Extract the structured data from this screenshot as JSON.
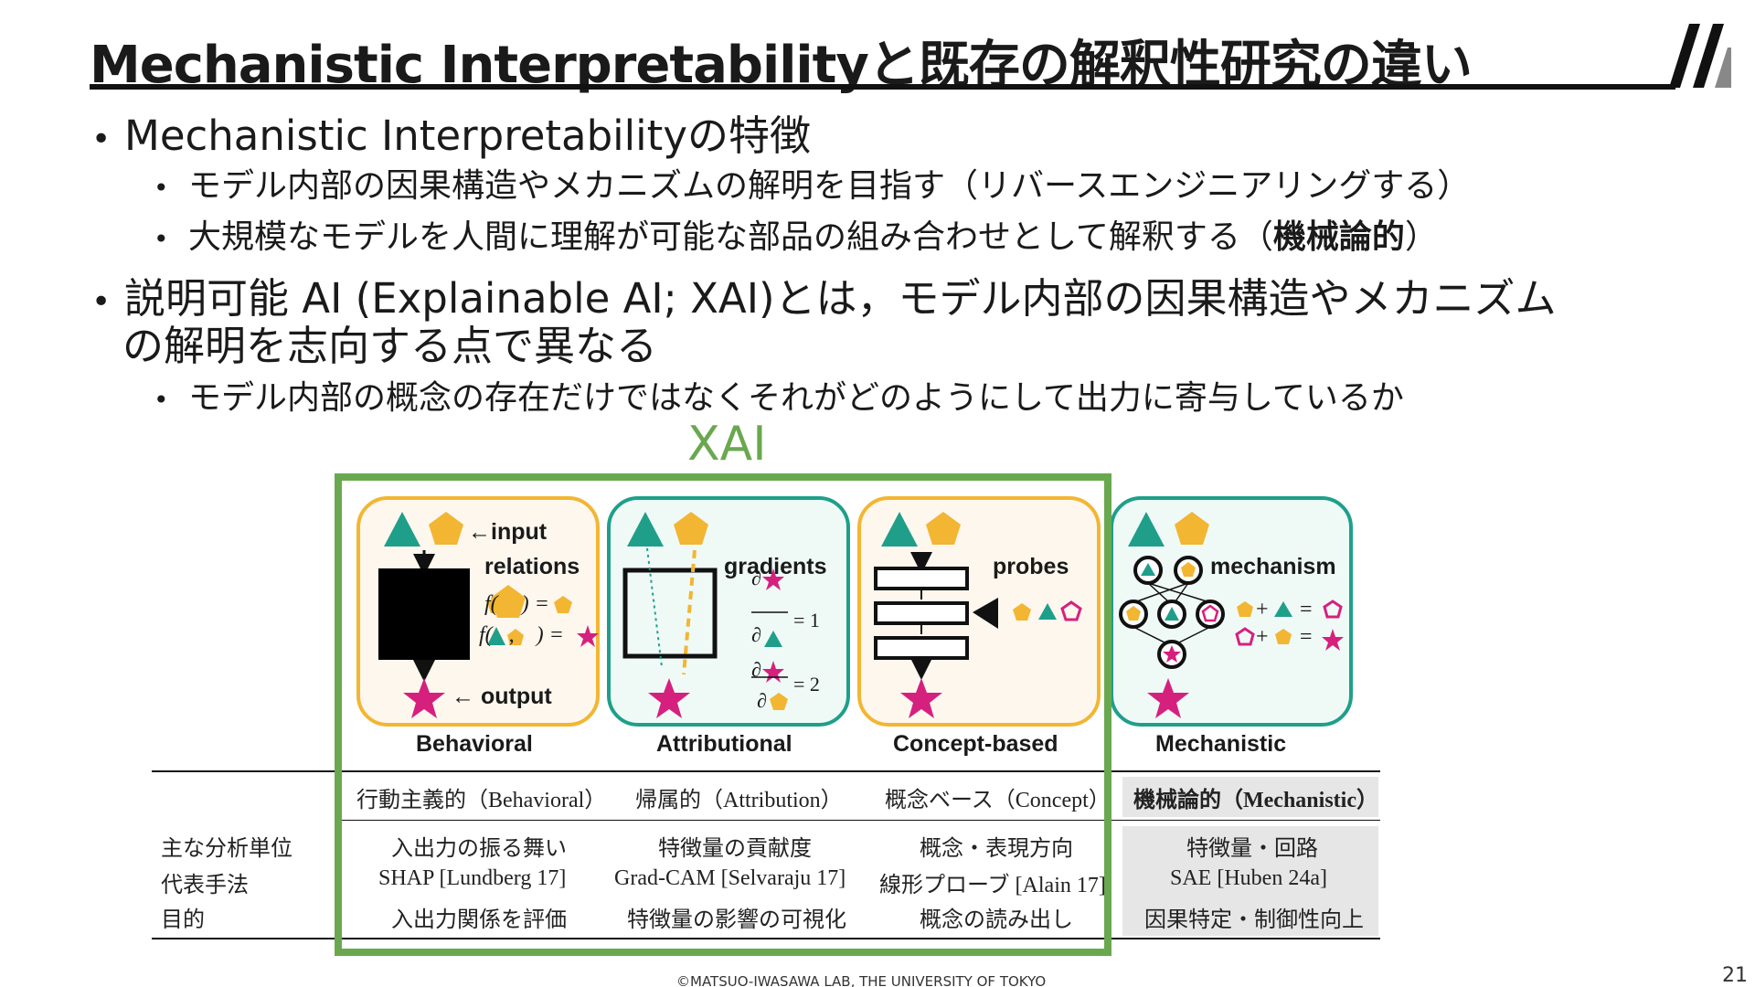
{
  "title": "Mechanistic Interpretabilityと既存の解釈性研究の違い",
  "bullets": {
    "b1": "Mechanistic Interpretabilityの特徴",
    "b1a": "モデル内部の因果構造やメカニズムの解明を目指す（リバースエンジニアリングする）",
    "b1b_pre": "大規模なモデルを人間に理解が可能な部品の組み合わせとして解釈する（",
    "b1b_bold": "機械論的",
    "b1b_post": "）",
    "b2_line1": "説明可能 AI (Explainable AI; XAI)とは，モデル内部の因果構造やメカニズム",
    "b2_line2": "の解明を志向する点で異なる",
    "b2a": "モデル内部の概念の存在だけではなくそれがどのようにして出力に寄与しているか"
  },
  "figure": {
    "xai_label": "XAI",
    "panels": {
      "behavioral": {
        "title": "Behavioral",
        "input": "←input",
        "relations": "relations",
        "output": "← output",
        "eq1_pre": "f(",
        "eq1_post": ") =",
        "eq2_pre": "f(",
        "eq2_mid": ",",
        "eq2_post": ") ="
      },
      "attributional": {
        "title": "Attributional",
        "label": "gradients",
        "partial": "∂",
        "eq1": "= 1",
        "eq2": "= 2"
      },
      "concept": {
        "title": "Concept-based",
        "label": "probes"
      },
      "mechanistic": {
        "title": "Mechanistic",
        "label": "mechanism",
        "plus": "+",
        "equals": "="
      }
    }
  },
  "table": {
    "headers": [
      "行動主義的（Behavioral）",
      "帰属的（Attribution）",
      "概念ベース（Concept）",
      "機械論的（Mechanistic）"
    ],
    "rows": [
      {
        "label": "主な分析単位",
        "cells": [
          "入出力の振る舞い",
          "特徴量の貢献度",
          "概念・表現方向",
          "特徴量・回路"
        ]
      },
      {
        "label": "代表手法",
        "cells": [
          "SHAP [Lundberg 17]",
          "Grad-CAM [Selvaraju 17]",
          "線形プローブ [Alain 17]",
          "SAE [Huben 24a]"
        ]
      },
      {
        "label": "目的",
        "cells": [
          "入出力関係を評価",
          "特徴量の影響の可視化",
          "概念の読み出し",
          "因果特定・制御性向上"
        ]
      }
    ]
  },
  "footer": "©MATSUO-IWASAWA LAB, THE UNIVERSITY OF TOKYO",
  "page_number": "21",
  "colors": {
    "accent_green": "#6aa84f",
    "teal": "#1f9f8a",
    "orange": "#f2b632",
    "magenta": "#d6207e"
  }
}
